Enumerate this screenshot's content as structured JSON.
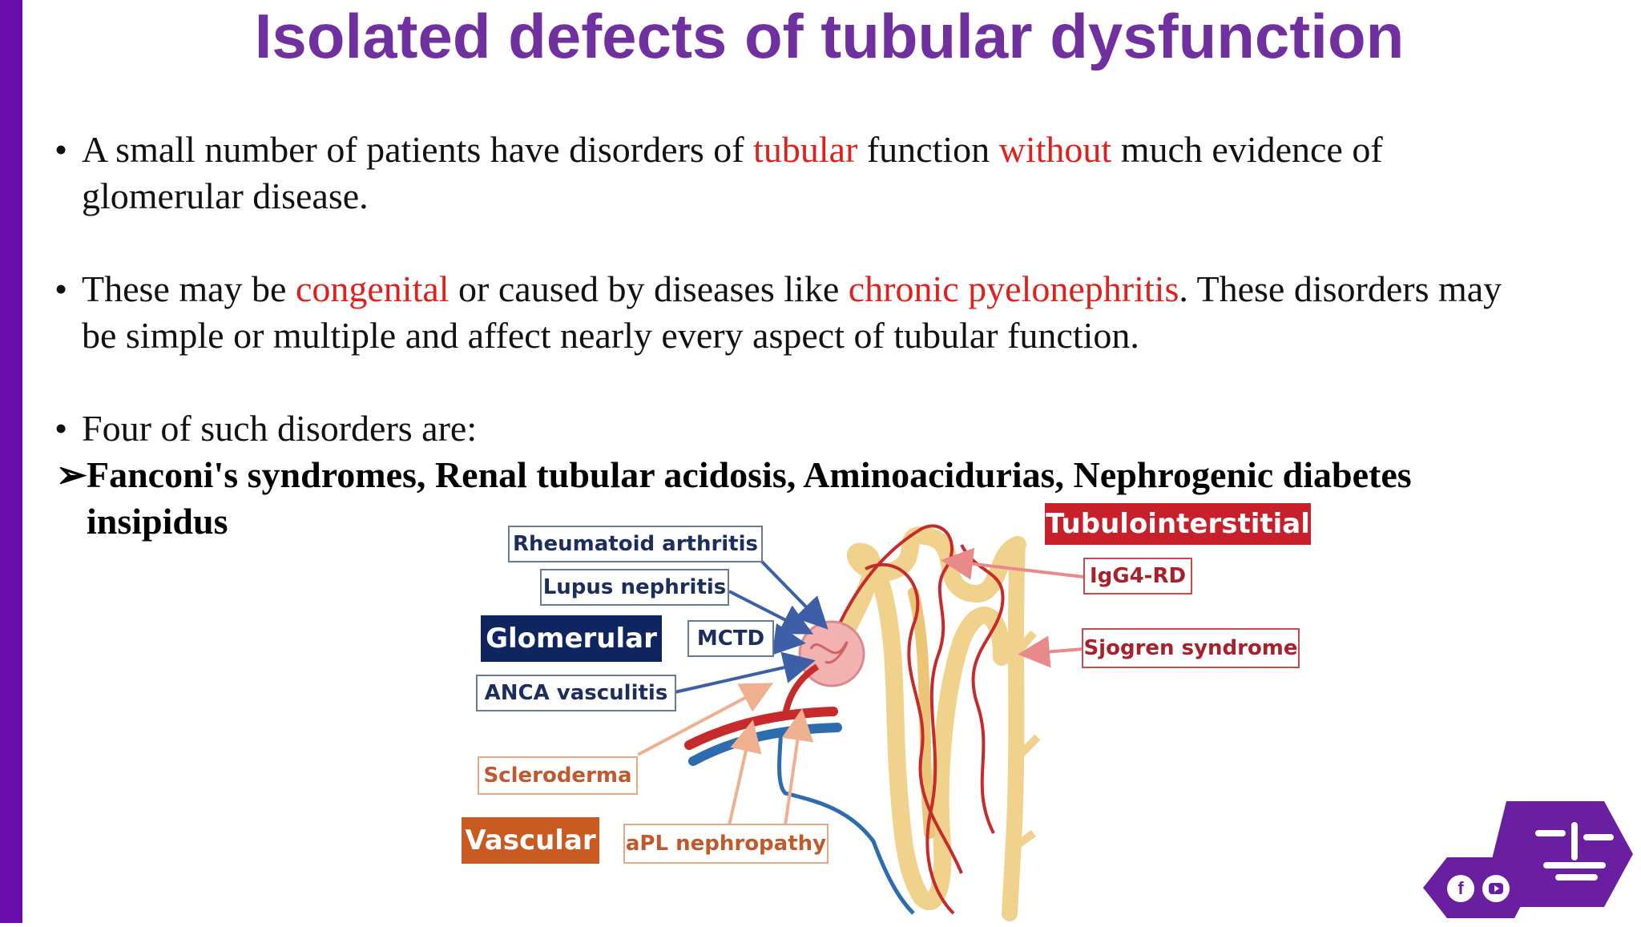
{
  "slide": {
    "title": "Isolated defects of tubular dysfunction",
    "bullets": [
      {
        "marker": "•",
        "segments": [
          {
            "text": "A small number of patients have disorders of ",
            "highlight": false
          },
          {
            "text": "tubular",
            "highlight": true
          },
          {
            "text": " function ",
            "highlight": false
          },
          {
            "text": "without",
            "highlight": true
          },
          {
            "text": " much evidence of glomerular disease.",
            "highlight": false
          }
        ]
      },
      {
        "marker": "•",
        "segments": [
          {
            "text": "These may be ",
            "highlight": false
          },
          {
            "text": "congenital",
            "highlight": true
          },
          {
            "text": " or caused by diseases like ",
            "highlight": false
          },
          {
            "text": "chronic pyelonephritis",
            "highlight": true
          },
          {
            "text": ". These disorders may be simple or multiple and affect nearly every aspect of tubular function.",
            "highlight": false
          }
        ]
      },
      {
        "marker": "•",
        "segments": [
          {
            "text": "Four of such disorders are:",
            "highlight": false
          }
        ]
      }
    ],
    "arrow_item": {
      "marker": "➢",
      "text": "Fanconi's syndromes, Renal tubular acidosis, Aminoacidurias, Nephrogenic diabetes insipidus"
    }
  },
  "diagram": {
    "categories": {
      "glomerular": "Glomerular",
      "tubulointerstitial": "Tubulointerstitial",
      "vascular": "Vascular"
    },
    "glomerular_items": [
      "Rheumatoid arthritis",
      "Lupus nephritis",
      "MCTD",
      "ANCA vasculitis"
    ],
    "tubulointerstitial_items": [
      "IgG4-RD",
      "Sjogren syndrome"
    ],
    "vascular_items": [
      "Scleroderma",
      "aPL nephropathy"
    ]
  },
  "colors": {
    "accent_bar": "#6a0dad",
    "title": "#7030a0",
    "highlight": "#e0201b",
    "glomerular": "#0f2560",
    "tubulointerstitial": "#c8202a",
    "vascular": "#c85a22"
  },
  "icons": [
    "facebook-icon",
    "youtube-icon",
    "channel-logo"
  ]
}
